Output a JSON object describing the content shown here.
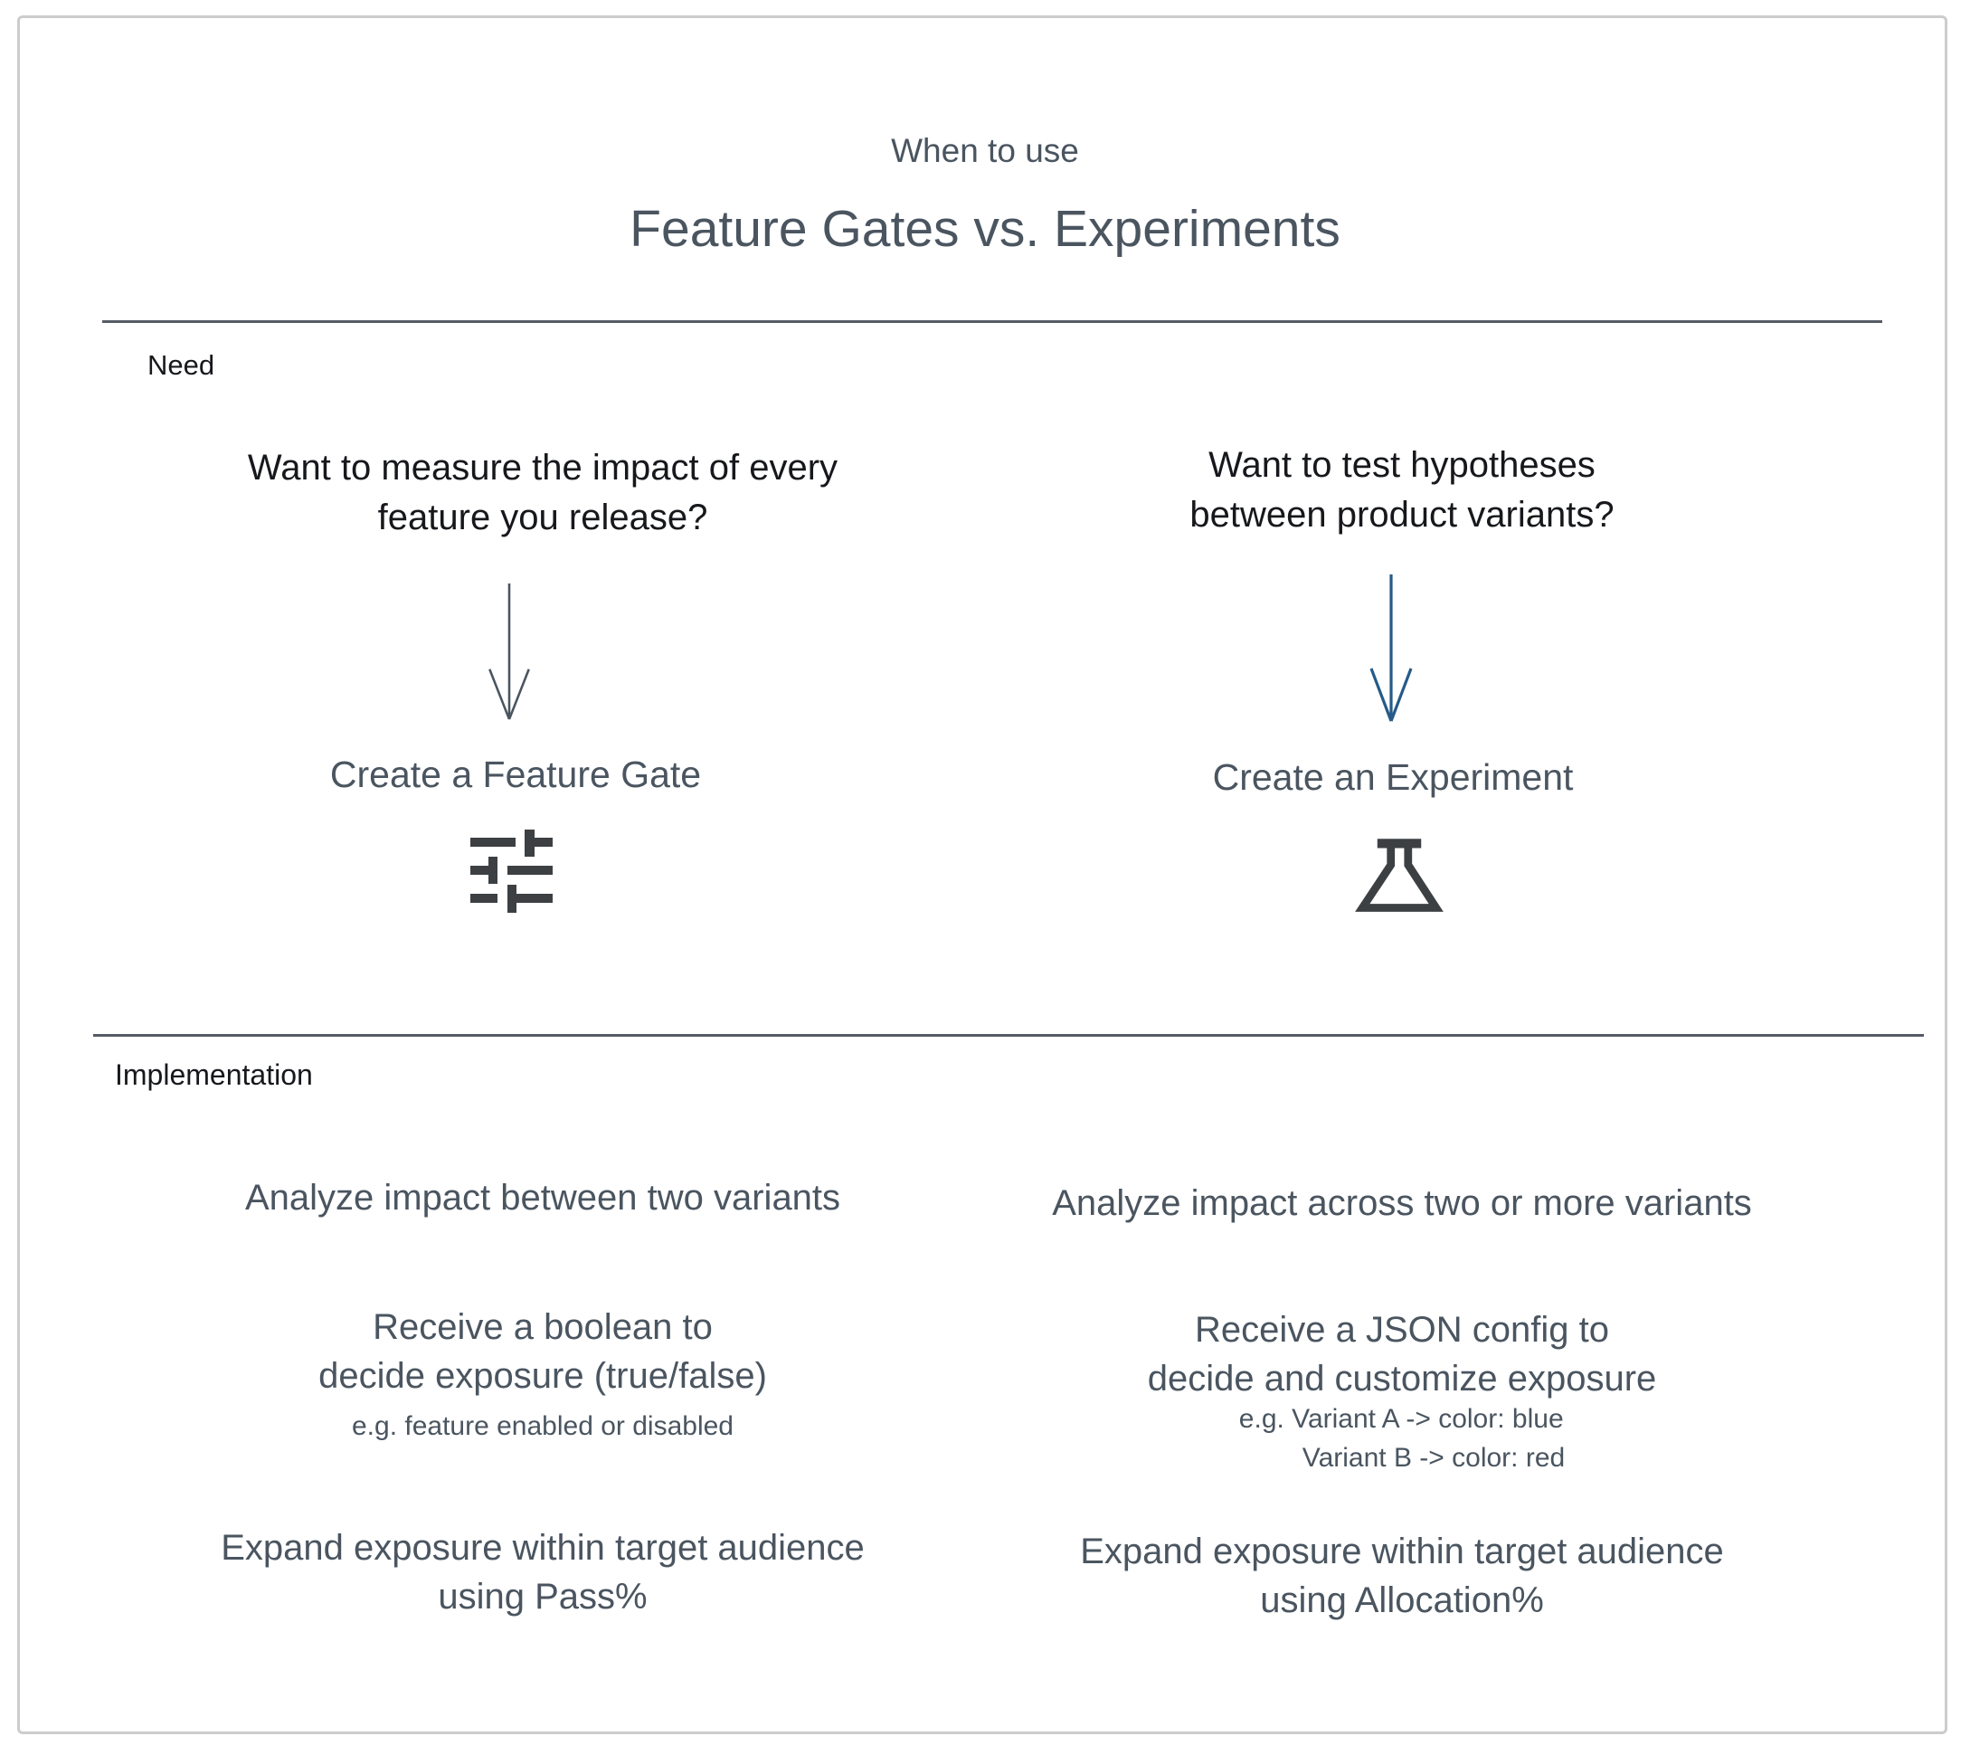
{
  "colors": {
    "text_primary": "#16181c",
    "text_slate": "#4a5560",
    "icon_dark": "#3d4043",
    "arrow_gray": "#4a5560",
    "arrow_blue": "#265a88",
    "divider": "#565c66",
    "frame_border": "#cccccc"
  },
  "header": {
    "eyebrow": "When to use",
    "title": "Feature Gates vs. Experiments"
  },
  "need": {
    "label": "Need",
    "left": {
      "question_line1": "Want to measure the impact of every",
      "question_line2": "feature you release?",
      "action": "Create a Feature Gate",
      "icon": "tune-sliders-icon"
    },
    "right": {
      "question_line1": "Want to test hypotheses",
      "question_line2": "between product variants?",
      "action": "Create an Experiment",
      "icon": "flask-icon"
    }
  },
  "implementation": {
    "label": "Implementation",
    "left": {
      "row1": "Analyze impact between two variants",
      "row2_line1": "Receive a boolean to",
      "row2_line2": "decide exposure (true/false)",
      "row2_example": "e.g. feature enabled or disabled",
      "row3_line1": "Expand exposure within target audience",
      "row3_line2": "using Pass%"
    },
    "right": {
      "row1": "Analyze impact across two or more variants",
      "row2_line1": "Receive a JSON config to",
      "row2_line2": "decide and customize exposure",
      "row2_example_line1": "e.g. Variant A -> color: blue",
      "row2_example_line2": "Variant B -> color: red",
      "row3_line1": "Expand exposure within target audience",
      "row3_line2": "using Allocation%"
    }
  }
}
